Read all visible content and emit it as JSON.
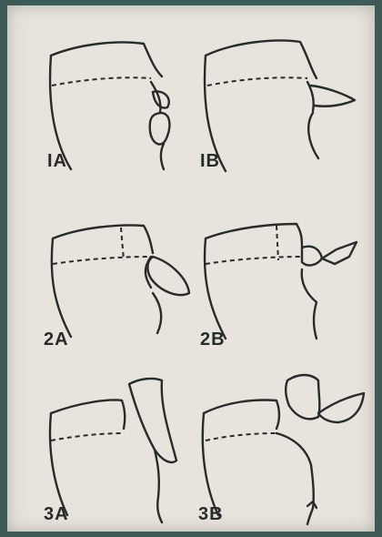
{
  "panels": [
    {
      "id": "1A",
      "label": "IA"
    },
    {
      "id": "1B",
      "label": "IB"
    },
    {
      "id": "2A",
      "label": "2A"
    },
    {
      "id": "2B",
      "label": "2B"
    },
    {
      "id": "3A",
      "label": "3A"
    },
    {
      "id": "3B",
      "label": "3B"
    }
  ],
  "colors": {
    "paper": "#e6e4dc",
    "ink": "#2a2a2a",
    "background": "#3d5a57"
  }
}
